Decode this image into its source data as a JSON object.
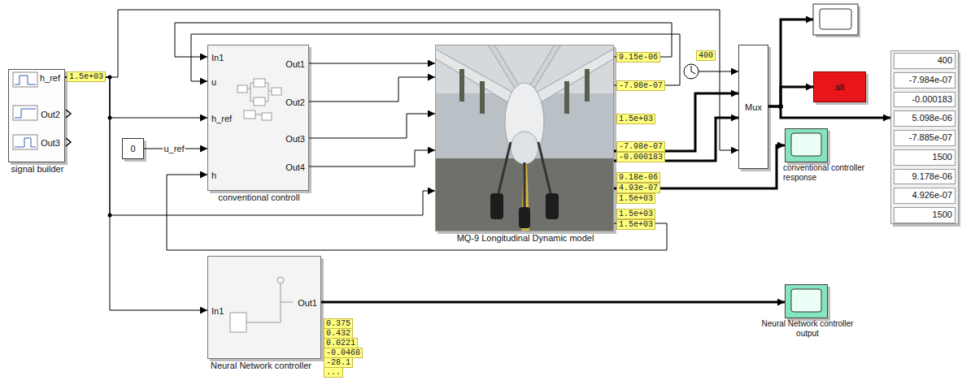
{
  "diagram": {
    "nodes": [
      {
        "text": [
          "h_ref",
          "Out2",
          "Out3",
          "signal builder"
        ]
      },
      {
        "text": [
          "0"
        ]
      },
      {
        "text": [
          "In1",
          "u",
          "h_ref",
          "h",
          "Out1",
          "Out2",
          "Out3",
          "Out4",
          "conventional controll"
        ]
      },
      {
        "text": [
          "MQ-9 Longitudinal Dynamic model"
        ]
      },
      {
        "text": [
          "Mux"
        ]
      },
      {
        "text": [
          "alt"
        ]
      },
      {
        "text": [
          "400",
          "-7.984e-07",
          "-0.000183",
          "5.098e-06",
          "-7.885e-07",
          "1500",
          "9.178e-06",
          "4.926e-07",
          "1500"
        ]
      },
      {
        "text": [
          "conventional controller response"
        ]
      },
      {
        "text": [
          "In1",
          "Out1",
          "Neural Network controller"
        ]
      },
      {
        "text": [
          "Neural Network controller output"
        ]
      }
    ],
    "edges": [
      {
        "from": 0,
        "to": 2,
        "arrow": "to"
      },
      {
        "from": 0,
        "to": 8,
        "arrow": "to"
      },
      {
        "from": 0,
        "to": 3,
        "arrow": "to"
      },
      {
        "from": 0,
        "to": 4,
        "arrow": "to"
      },
      {
        "from": 1,
        "to": 2,
        "label": "u_ref",
        "arrow": "to"
      },
      {
        "from": 2,
        "to": 3,
        "arrow": "to"
      },
      {
        "from": 2,
        "to": 3,
        "arrow": "to"
      },
      {
        "from": 2,
        "to": 3,
        "arrow": "to"
      },
      {
        "from": 2,
        "to": 3,
        "arrow": "to"
      },
      {
        "from": 3,
        "to": 2,
        "arrow": "to"
      },
      {
        "from": 3,
        "to": 2,
        "arrow": "to"
      },
      {
        "from": 3,
        "to": 2,
        "arrow": "to"
      },
      {
        "from": 3,
        "to": 4,
        "arrow": "to"
      },
      {
        "from": 3,
        "to": 4,
        "arrow": "to"
      },
      {
        "from": 3,
        "to": 7,
        "arrow": "to"
      },
      {
        "from": 4,
        "to": 5,
        "arrow": "to"
      },
      {
        "from": 4,
        "to": 6,
        "arrow": "to"
      },
      {
        "from": 8,
        "to": 9,
        "arrow": "to"
      }
    ],
    "labels": [
      "1.5e+03",
      "9.15e-06",
      "-7.98e-07",
      "1.5e+03",
      "-7.98e-07",
      "-0.000183",
      "9.18e-06",
      "4.93e-07",
      "1.5e+03",
      "1.5e+03",
      "1.5e+03",
      "400",
      "0.375",
      "0.432",
      "0.0221",
      "-0.0468",
      "-28.1",
      "..."
    ]
  }
}
